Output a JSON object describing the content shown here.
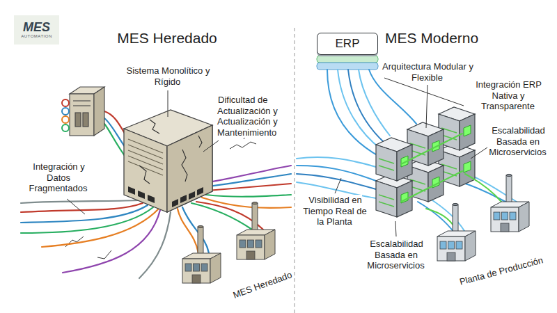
{
  "diagram": {
    "nodes": [
      {
        "text": [
          "MES",
          "AUTOMATION"
        ]
      },
      {
        "text": [
          "ERP"
        ]
      }
    ],
    "labels": [
      "MES Heredado",
      "MES Moderno",
      "Sistema Monolítico y Rígido",
      "Dificultad de Actualización y Actualización y Mantenimiento",
      "Integración y Datos Fragmentados",
      "MES Heredado",
      "Arquitectura Modular y Flexible",
      "Integración ERP Nativa y Transparente",
      "Escalabilidad Basada en Microservicios",
      "Visibilidad en Tiempo Real de la Planta",
      "Escalabilidad Basada en Microservicios",
      "Planta de Producción"
    ]
  }
}
